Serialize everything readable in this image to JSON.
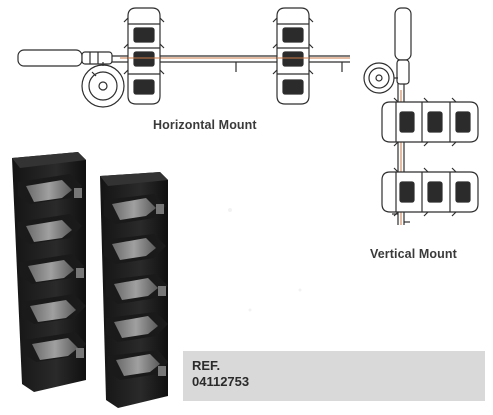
{
  "captions": {
    "horizontal": "Horizontal Mount",
    "vertical": "Vertical Mount"
  },
  "reference": {
    "label": "REF.",
    "number": "04112753"
  },
  "colors": {
    "line": "#2e2e2e",
    "product_dark": "#1e1e1e",
    "product_mid": "#4a4a4a",
    "product_light": "#8c8c8c",
    "ref_box": "#d9d9d9"
  }
}
